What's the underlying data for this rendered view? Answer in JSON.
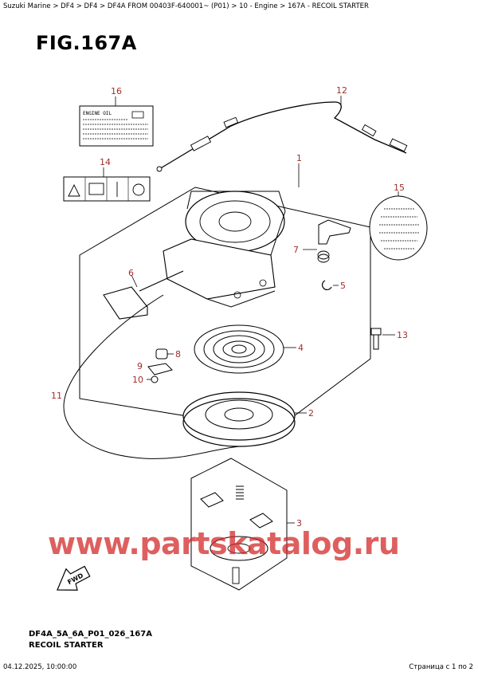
{
  "breadcrumb": "Suzuki Marine > DF4 > DF4 > DF4A FROM 00403F-640001~ (P01) > 10 - Engine > 167A - RECOIL STARTER",
  "figure_title": "FIG.167A",
  "diagram_code": "DF4A_5A_6A_P01_026_167A",
  "diagram_name": "RECOIL STARTER",
  "label_engine_oil": "ENGINE OIL",
  "watermark": "www.partskatalog.ru",
  "fwd_label": "FWD",
  "footer_date": "04.12.2025, 10:00:00",
  "footer_page": "Страница с 1 по 2",
  "callouts": {
    "c1": "1",
    "c2": "2",
    "c3": "3",
    "c4": "4",
    "c5": "5",
    "c6": "6",
    "c7": "7",
    "c8": "8",
    "c9": "9",
    "c10": "10",
    "c11": "11",
    "c12": "12",
    "c13": "13",
    "c14": "14",
    "c15": "15",
    "c16": "16"
  },
  "colors": {
    "callout": "#a0302a",
    "watermark": "#d42a2a",
    "line": "#000000"
  }
}
